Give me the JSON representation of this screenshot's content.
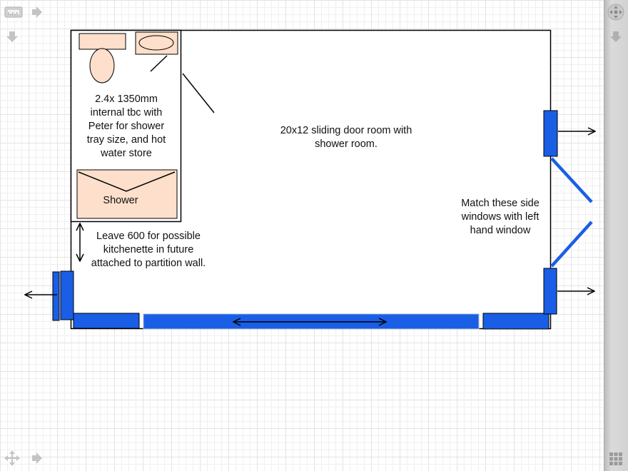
{
  "notes": {
    "shower_room": [
      "2.4x 1350mm",
      "internal tbc with",
      "Peter for shower",
      "tray size, and hot",
      "water store"
    ],
    "shower_tray": "Shower",
    "room": [
      "20x12 sliding door room with",
      "shower room."
    ],
    "kitchenette": [
      "Leave 600 for possible",
      "kitchenette in future",
      "attached to partition wall."
    ],
    "side_windows": [
      "Match these side",
      "windows with left",
      "hand window"
    ]
  },
  "colors": {
    "fixture_fill": "#fddfcb",
    "window_blue": "#1a5ee6",
    "line": "#000000"
  }
}
